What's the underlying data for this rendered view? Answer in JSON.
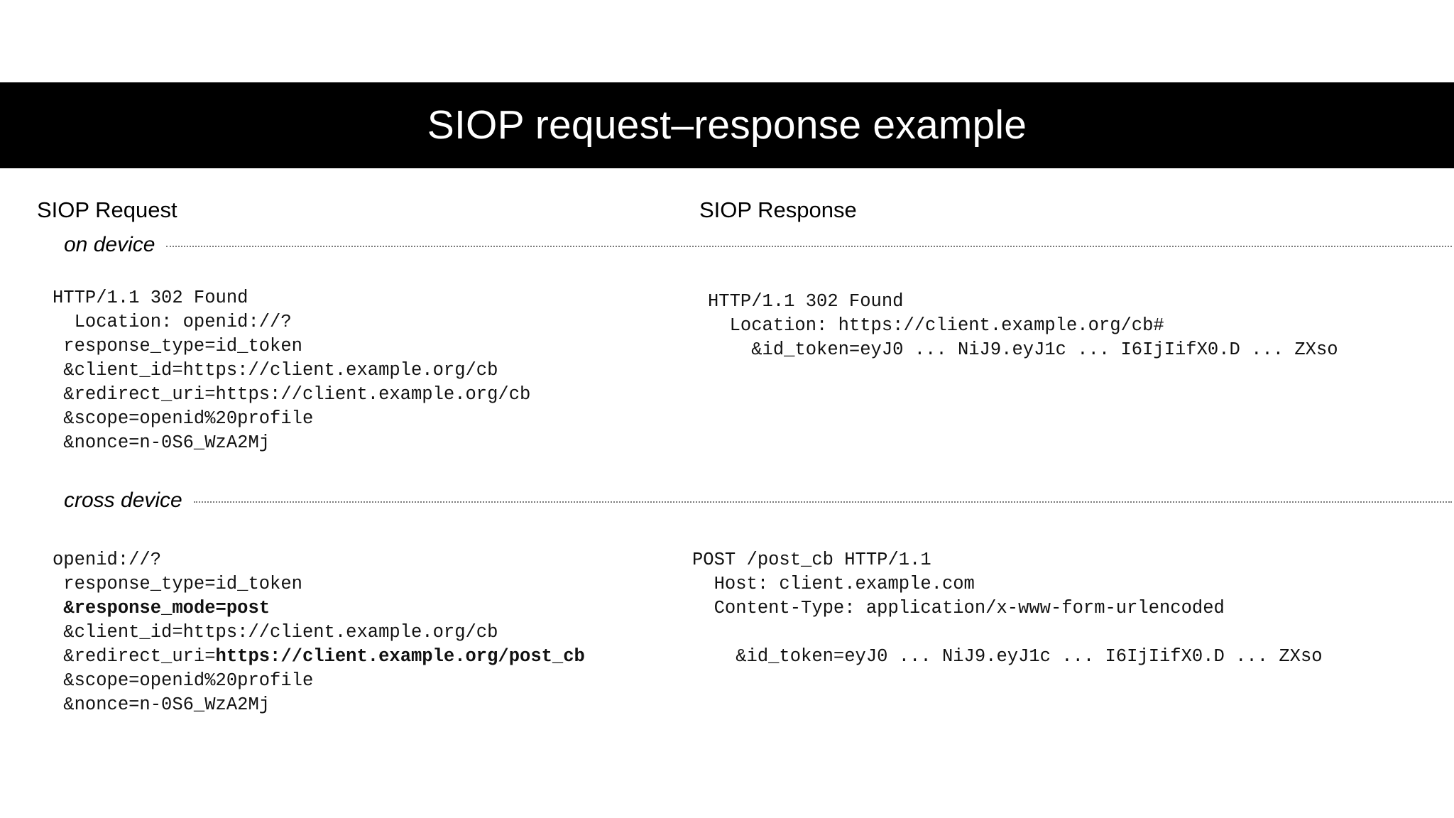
{
  "slide": {
    "background_color": "#ffffff",
    "title_bar_color": "#000000",
    "title_text_color": "#ffffff",
    "title": "SIOP request–response example"
  },
  "columns": {
    "left_heading": "SIOP Request",
    "right_heading": "SIOP Response"
  },
  "dividers": {
    "on_device": "on device",
    "cross_device": "cross device",
    "rule_color": "#7a7a7a"
  },
  "code": {
    "request_on_device": {
      "lines": [
        [
          {
            "t": "HTTP/1.1 302 Found",
            "b": false
          }
        ],
        [
          {
            "t": "  Location: openid://?",
            "b": false
          }
        ],
        [
          {
            "t": " response_type=id_token",
            "b": false
          }
        ],
        [
          {
            "t": " &client_id=https://client.example.org/cb",
            "b": false
          }
        ],
        [
          {
            "t": " &redirect_uri=https://client.example.org/cb",
            "b": false
          }
        ],
        [
          {
            "t": " &scope=openid%20profile",
            "b": false
          }
        ],
        [
          {
            "t": " &nonce=n-0S6_WzA2Mj",
            "b": false
          }
        ]
      ]
    },
    "response_on_device": {
      "lines": [
        [
          {
            "t": "HTTP/1.1 302 Found",
            "b": false
          }
        ],
        [
          {
            "t": "  Location: https://client.example.org/cb#",
            "b": false
          }
        ],
        [
          {
            "t": "    &id_token=eyJ0 ... NiJ9.eyJ1c ... I6IjIifX0.D ... ZXso",
            "b": false
          }
        ]
      ]
    },
    "request_cross_device": {
      "lines": [
        [
          {
            "t": "openid://?",
            "b": false
          }
        ],
        [
          {
            "t": " response_type=id_token",
            "b": false
          }
        ],
        [
          {
            "t": " ",
            "b": false
          },
          {
            "t": "&response_mode=post",
            "b": true
          }
        ],
        [
          {
            "t": " &client_id=https://client.example.org/cb",
            "b": false
          }
        ],
        [
          {
            "t": " &redirect_uri=",
            "b": false
          },
          {
            "t": "https://client.example.org/post_cb",
            "b": true
          }
        ],
        [
          {
            "t": " &scope=openid%20profile",
            "b": false
          }
        ],
        [
          {
            "t": " &nonce=n-0S6_WzA2Mj",
            "b": false
          }
        ]
      ]
    },
    "response_cross_device": {
      "lines": [
        [
          {
            "t": "POST /post_cb HTTP/1.1",
            "b": false
          }
        ],
        [
          {
            "t": "  Host: client.example.com",
            "b": false
          }
        ],
        [
          {
            "t": "  Content-Type: application/x-www-form-urlencoded",
            "b": false
          }
        ],
        [
          {
            "t": "",
            "b": false
          }
        ],
        [
          {
            "t": "    &id_token=eyJ0 ... NiJ9.eyJ1c ... I6IjIifX0.D ... ZXso",
            "b": false
          }
        ]
      ]
    }
  }
}
